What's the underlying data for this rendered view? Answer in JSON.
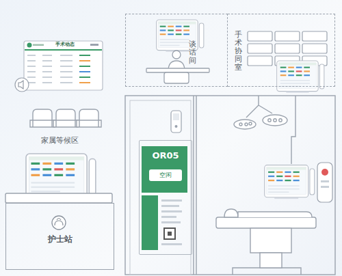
{
  "diagram": {
    "nodes": [
      {
        "text": [
          "谈话间"
        ]
      },
      {
        "text": [
          "手术协同室"
        ]
      },
      {
        "text": [
          "手术动态"
        ]
      },
      {
        "text": [
          "护士站"
        ]
      },
      {
        "text": [
          "OR05",
          "空闲"
        ]
      }
    ],
    "labels": [
      "家属等候区"
    ]
  }
}
